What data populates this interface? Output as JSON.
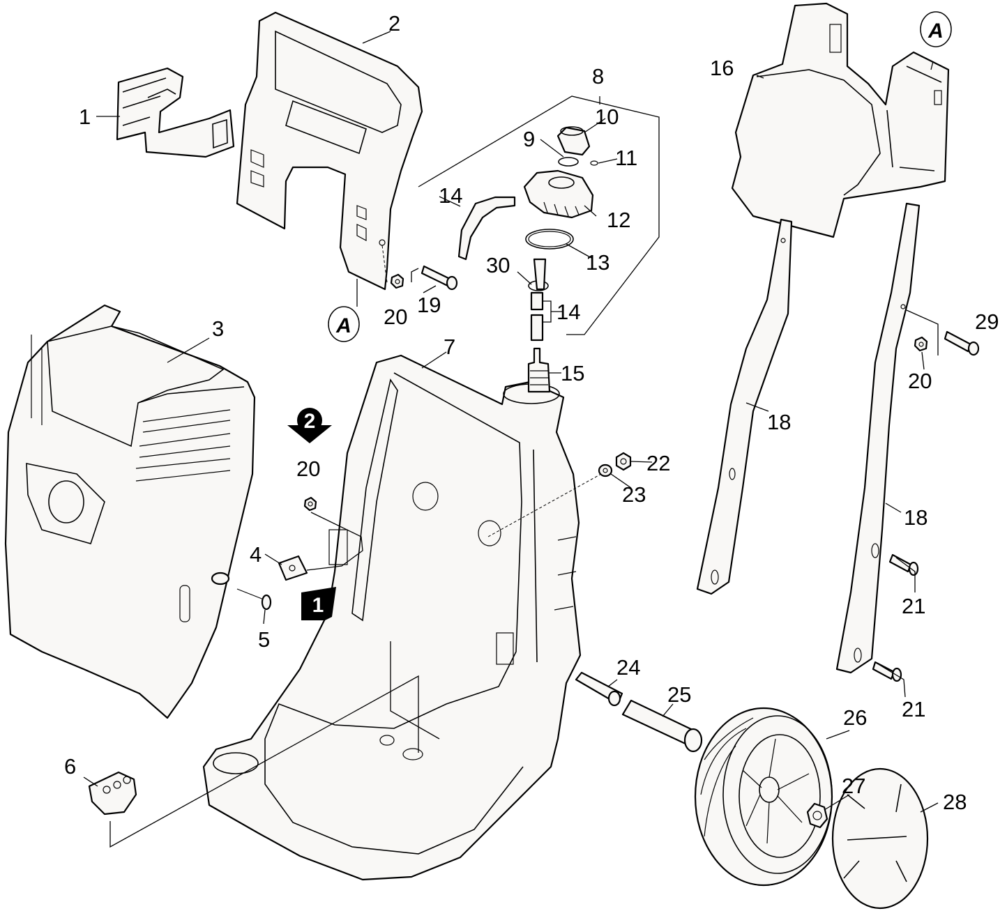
{
  "labels": {
    "l1": "1",
    "l2": "2",
    "l3": "3",
    "l4": "4",
    "l5": "5",
    "l6": "6",
    "l7": "7",
    "l8": "8",
    "l9": "9",
    "l10": "10",
    "l11": "11",
    "l12": "12",
    "l13": "13",
    "l14a": "14",
    "l14b": "14",
    "l15": "15",
    "l16": "16",
    "l18a": "18",
    "l18b": "18",
    "l19": "19",
    "l20a": "20",
    "l20b": "20",
    "l20c": "20",
    "l21a": "21",
    "l21b": "21",
    "l22": "22",
    "l23": "23",
    "l24": "24",
    "l25": "25",
    "l26": "26",
    "l27": "27",
    "l28": "28",
    "l29": "29",
    "l30": "30"
  },
  "markers": {
    "m1": "1",
    "m2": "2"
  },
  "refs": {
    "a1": "A",
    "a2": "A"
  }
}
